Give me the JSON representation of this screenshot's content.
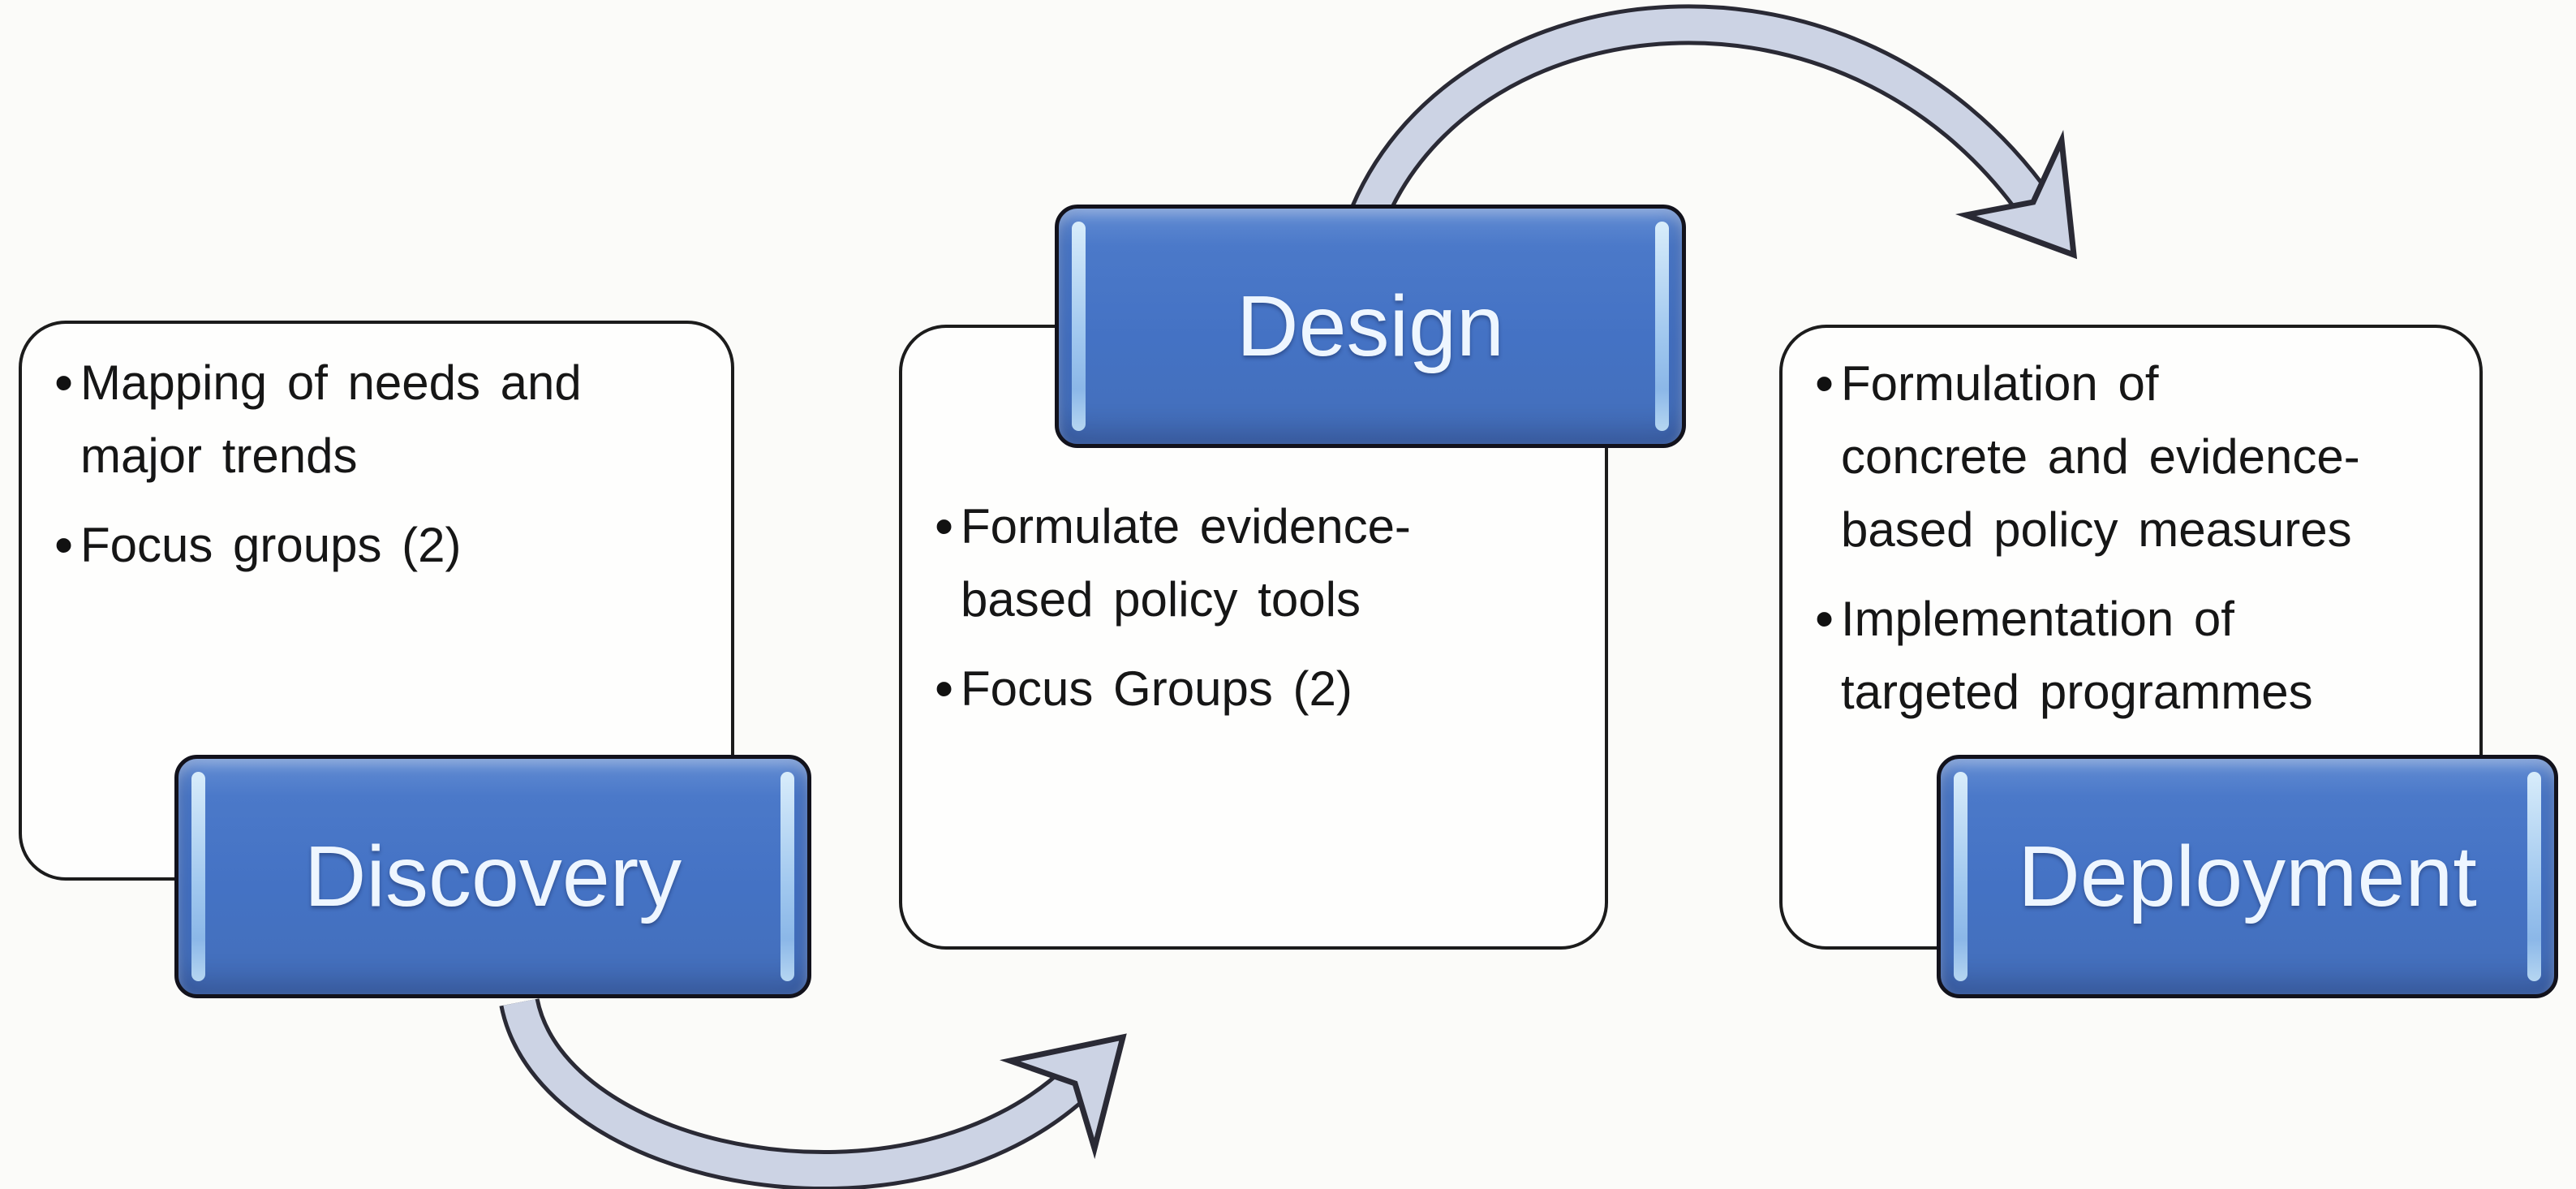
{
  "diagram": {
    "title": "Discovery - Design - Deployment process diagram",
    "colors": {
      "background": "#fbfbf9",
      "card_bg": "#fefefd",
      "card_border": "#1c1c1c",
      "button_blue": "#4472c4",
      "button_border": "#12121c",
      "button_highlight": "#aed5f4",
      "button_text": "#eef6ff",
      "body_text": "#161616",
      "arrow_fill": "#ccd3e4",
      "arrow_outline": "#2a2a35"
    },
    "phases": [
      {
        "label": "Discovery",
        "bullets": [
          [
            "Mapping of needs and",
            "major trends"
          ],
          [
            "Focus groups (2)"
          ]
        ]
      },
      {
        "label": "Design",
        "bullets": [
          [
            "Formulate evidence-",
            "based policy tools"
          ],
          [
            "Focus Groups (2)"
          ]
        ]
      },
      {
        "label": "Deployment",
        "bullets": [
          [
            "Formulation of",
            "concrete and evidence-",
            "based policy measures"
          ],
          [
            "Implementation of",
            "targeted programmes"
          ]
        ]
      }
    ],
    "arrows": [
      {
        "from": "Discovery",
        "to": "Design"
      },
      {
        "from": "Design",
        "to": "Deployment"
      }
    ]
  }
}
